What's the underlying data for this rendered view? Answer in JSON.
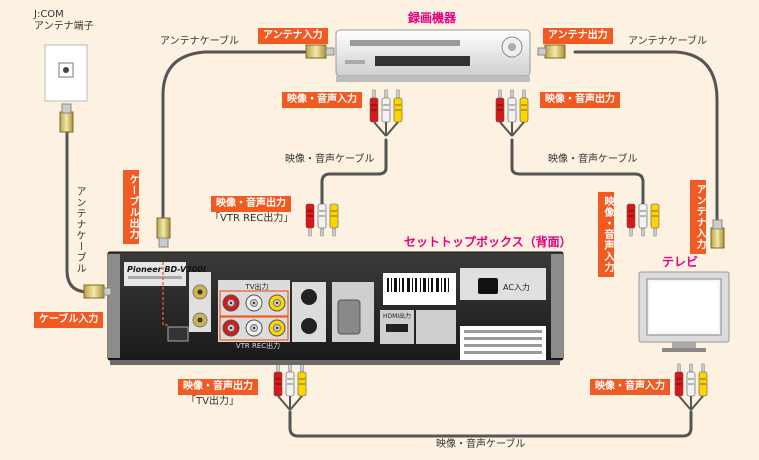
{
  "labels": {
    "jcom_line1": "J:COM",
    "jcom_line2": "アンテナ端子",
    "recorder_title": "録画機器",
    "stb_title": "セットトップボックス（背面）",
    "tv_title": "テレビ",
    "antenna_cable_top_left": "アンテナケーブル",
    "antenna_cable_top_right": "アンテナケーブル",
    "antenna_cable_left": "アンテナケーブル",
    "av_cable_left": "映像・音声ケーブル",
    "av_cable_right": "映像・音声ケーブル",
    "av_cable_bottom": "映像・音声ケーブル",
    "vtr_rec_output": "「VTR REC出力」",
    "tv_output": "「TV出力」"
  },
  "tags": {
    "antenna_in": "アンテナ入力",
    "antenna_out": "アンテナ出力",
    "rec_av_in": "映像・音声入力",
    "rec_av_out": "映像・音声出力",
    "stb_vtr_av_out": "映像・音声出力",
    "stb_tv_av_out": "映像・音声出力",
    "cable_in": "ケーブル入力",
    "cable_out": "ケーブル出力",
    "tv_av_in_side": "映像・音声入力",
    "tv_antenna_in": "アンテナ入力",
    "tv_av_in_bottom": "映像・音声入力"
  },
  "device_text": {
    "brand": "Pioneer",
    "model": "BD-V300J",
    "tv_out_label": "TV出力",
    "vtr_rec_label": "VTR REC出力",
    "ac_label": "AC入力",
    "hdmi_label": "HDMI出力"
  },
  "colors": {
    "accent": "#f15a22",
    "title_pink": "#e6007e",
    "background": "#fdf1e2",
    "cable": "#555555",
    "rca_red": "#d7191c",
    "rca_white": "#f2f2f2",
    "rca_yellow": "#ffd500"
  }
}
